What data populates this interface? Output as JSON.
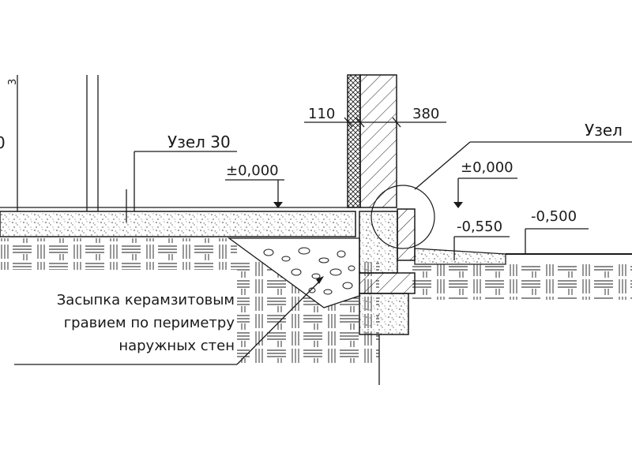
{
  "labels": {
    "node_left": "Узел 30",
    "node_right": "Узел",
    "level_floor": "±0,000",
    "level_outer": "±0,000",
    "level_blind": "-0,550",
    "level_ground": "-0,500",
    "dim_insulation": "110",
    "dim_wall": "380",
    "left_edge_number": "3",
    "left_edge_partial": "0"
  },
  "note": {
    "line1": "Засыпка керамзитовым",
    "line2": "гравием по периметру",
    "line3": "наружных стен"
  }
}
